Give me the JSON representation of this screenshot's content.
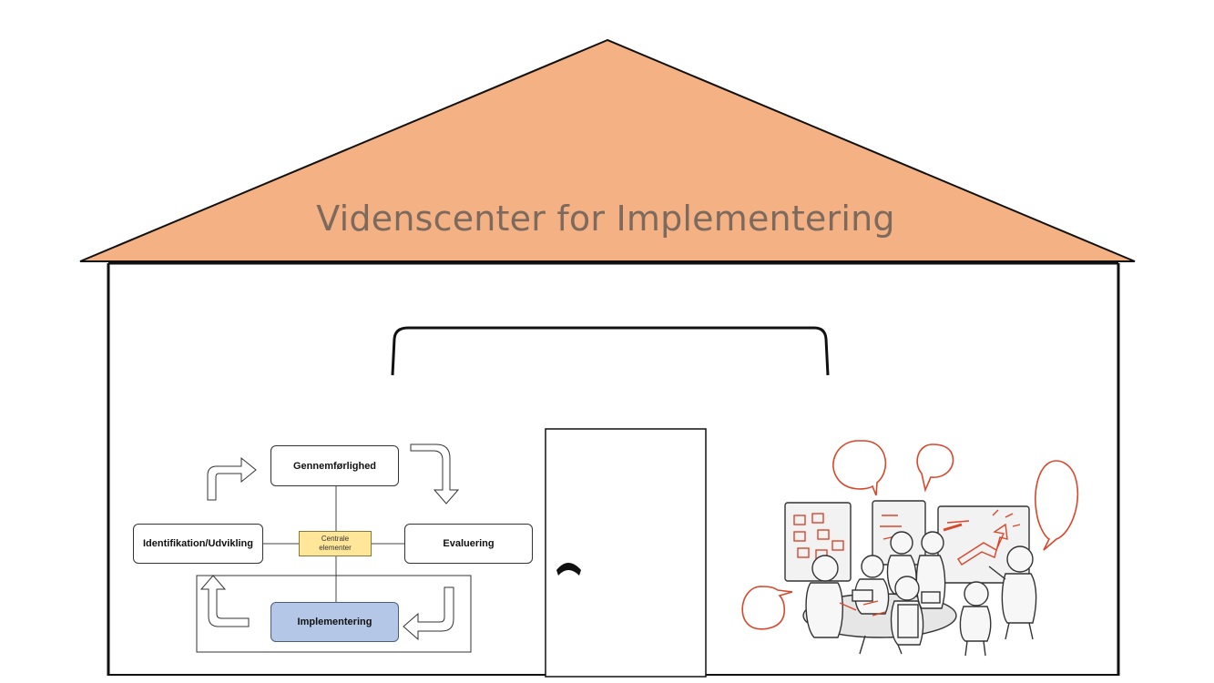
{
  "roof": {
    "title": "Videnscenter for Implementering"
  },
  "diagram": {
    "top_label": "Gennemførlighed",
    "left_label": "Identifikation/Udvikling",
    "right_label": "Evaluering",
    "bottom_label": "Implementering",
    "center_label": "Centrale elementer"
  },
  "colors": {
    "roof_fill": "#f4b183",
    "center_fill": "#ffe699",
    "implementation_fill": "#b4c7e7",
    "sketch_accent": "#d9472b"
  }
}
